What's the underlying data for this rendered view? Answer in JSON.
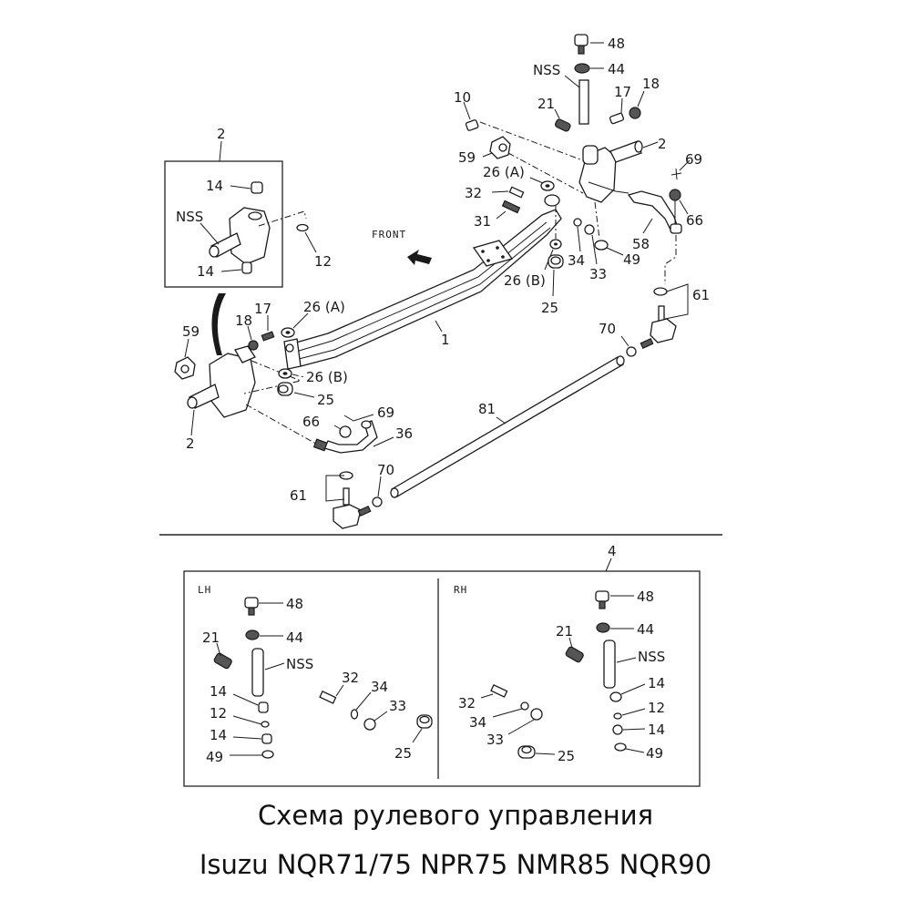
{
  "title": {
    "line1": "Схема рулевого управления",
    "line2": "Isuzu NQR71/75 NPR75 NMR85 NQR90"
  },
  "front_label": "FRONT",
  "main_callouts": {
    "axle": "1",
    "knuckle_inset": "2",
    "knuckle_left": "2",
    "knuckle_right": "2",
    "bolt_10": "10",
    "o_ring_12": "12",
    "bushing_14_top": "14",
    "bushing_14_bottom": "14",
    "nss_inset": "NSS",
    "nss_right": "NSS",
    "bolt_17_left": "17",
    "bolt_17_right": "17",
    "nut_18_left": "18",
    "nut_18_right": "18",
    "grease_21": "21",
    "bearing_25_left": "25",
    "bearing_25_right": "25",
    "shim_26a_left": "26 (A)",
    "shim_26b_left": "26 (B)",
    "shim_26a_right": "26 (A)",
    "shim_26b_right": "26 (B)",
    "pin_31": "31",
    "pin_32": "32",
    "nut_33": "33",
    "washer_34": "34",
    "arm_36": "36",
    "nut_44": "44",
    "bolt_48": "48",
    "cap_49": "49",
    "arm_58": "58",
    "plug_59_left": "59",
    "plug_59_right": "59",
    "tie_rod_end_61_left": "61",
    "tie_rod_end_61_right": "61",
    "nut_66_left": "66",
    "nut_66_right": "66",
    "cotter_69_left": "69",
    "cotter_69_right": "69",
    "nut_70_left": "70",
    "nut_70_right": "70",
    "tie_rod_81": "81"
  },
  "kit": {
    "number": "4",
    "lh": {
      "side": "LH",
      "labels": {
        "bolt": "48",
        "nut": "44",
        "grease": "21",
        "nss": "NSS",
        "bush_top": "14",
        "ring": "12",
        "bush_bottom": "14",
        "cap": "49",
        "pin": "32",
        "washer": "34",
        "nut2": "33",
        "bearing": "25"
      }
    },
    "rh": {
      "side": "RH",
      "labels": {
        "bolt": "48",
        "nut": "44",
        "grease": "21",
        "nss": "NSS",
        "bush_top": "14",
        "ring": "12",
        "bush_bottom": "14",
        "cap": "49",
        "pin": "32",
        "washer": "34",
        "nut2": "33",
        "bearing": "25"
      }
    }
  }
}
